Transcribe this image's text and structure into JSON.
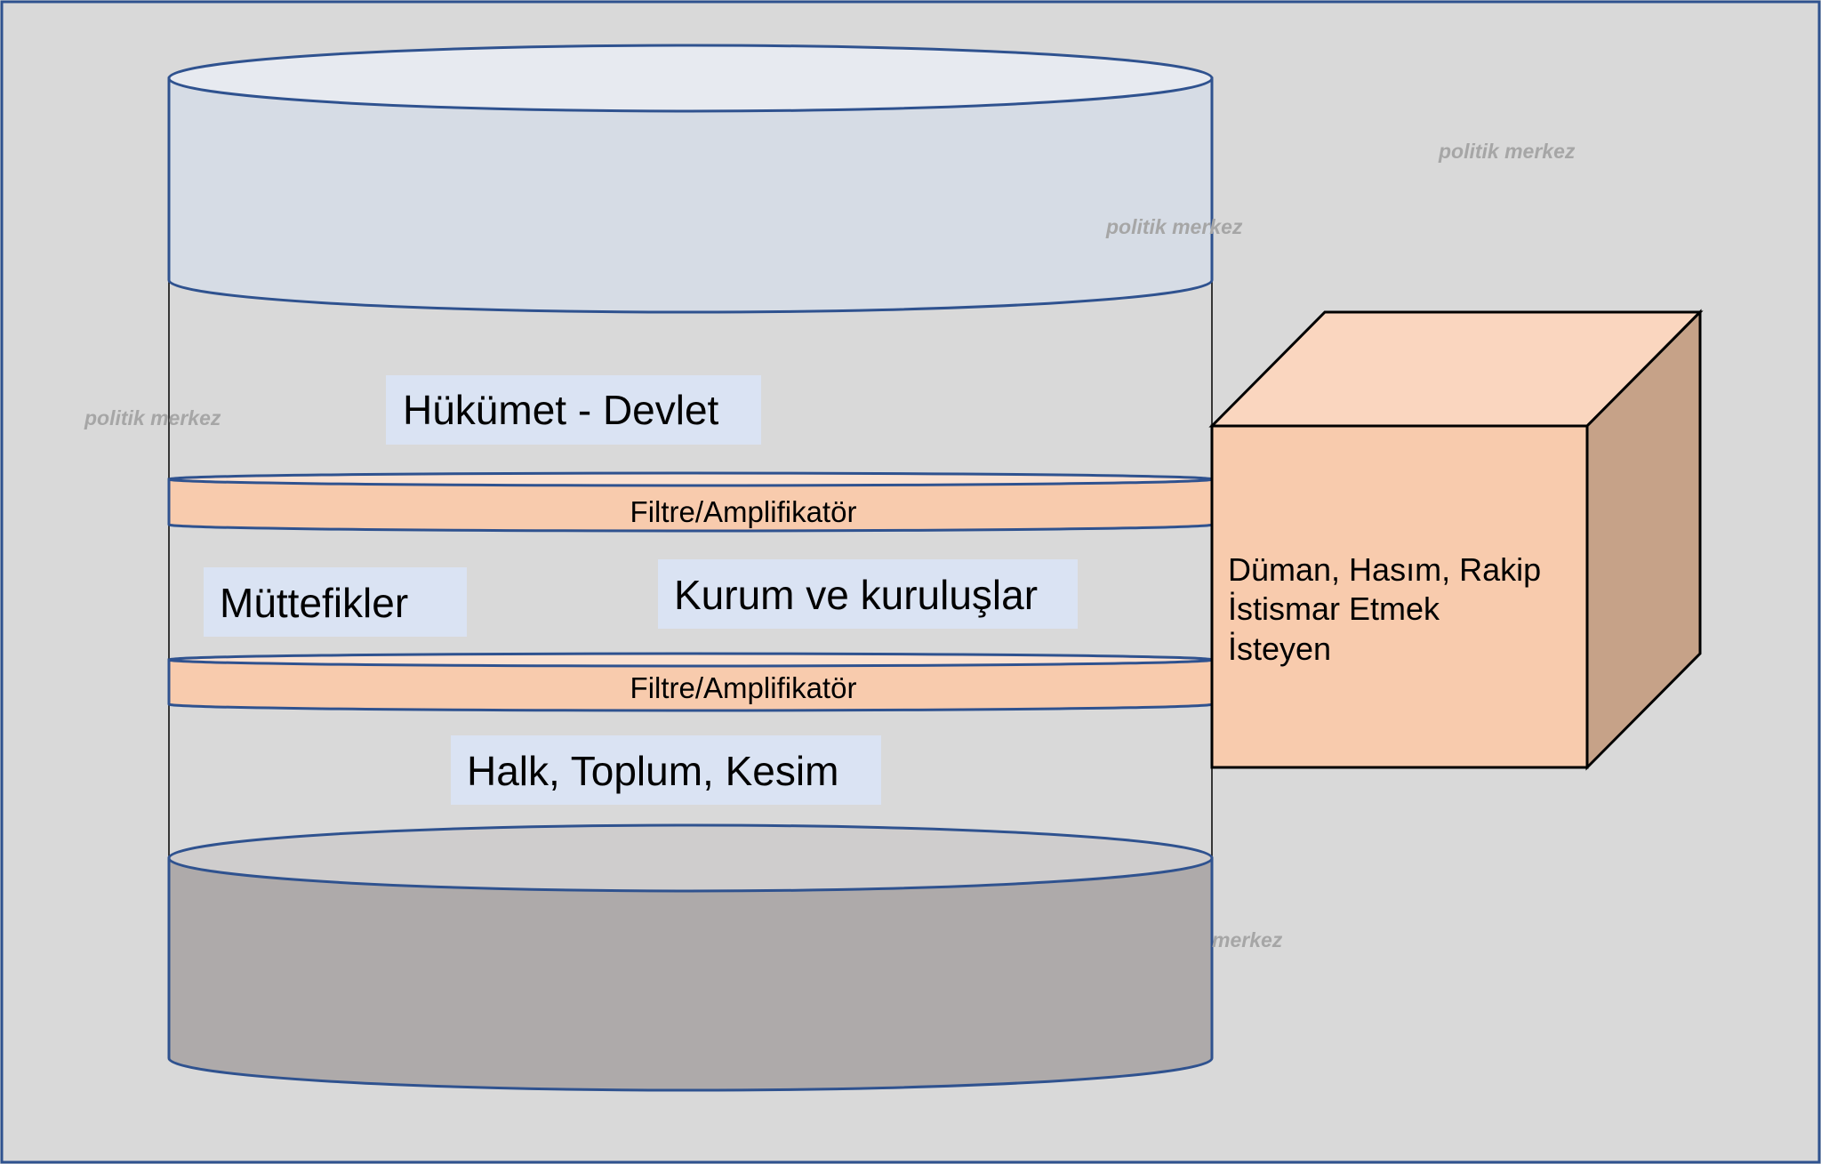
{
  "colors": {
    "background": "#d9d9d9",
    "border": "#2f528f",
    "cylinder_top": "#d6dce5",
    "cylinder_top_cap": "#e7eaf0",
    "cylinder_bottom": "#aeaaaa",
    "cylinder_bottom_cap": "#cfcdcd",
    "filter_disc": "#f8cbad",
    "filter_disc_top": "#fbe1d1",
    "label_box": "#dae3f3",
    "cube_front": "#f8cbad",
    "cube_top": "#fad6bf",
    "cube_side": "#c6a288",
    "outline": "#2f528f",
    "cube_outline": "#000000"
  },
  "layers": {
    "government": "Hükümet - Devlet",
    "allies": "Müttefikler",
    "institutions": "Kurum ve kuruluşlar",
    "public": "Halk, Toplum, Kesim"
  },
  "filters": {
    "upper": "Filtre/Amplifikatör",
    "lower": "Filtre/Amplifikatör"
  },
  "adversary": {
    "line1": "Düman, Hasım, Rakip",
    "line2": "İstismar Etmek",
    "line3": "İsteyen"
  },
  "watermarks": {
    "w1": "politik merkez",
    "w2": "politik merkez",
    "w3": "politik merkez",
    "w4": "merkez"
  }
}
